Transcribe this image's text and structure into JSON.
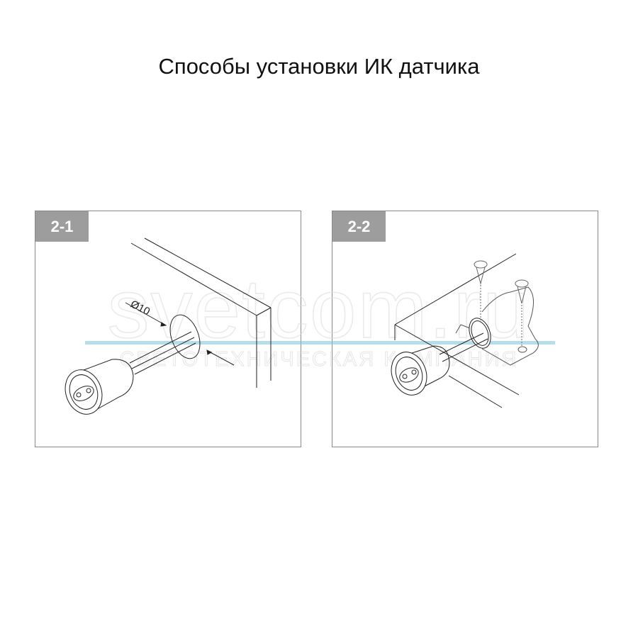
{
  "title": "Способы установки ИК датчика",
  "panels": [
    {
      "label": "2-1",
      "dimension": "Ø10"
    },
    {
      "label": "2-2"
    }
  ],
  "watermark": {
    "main": "svetcom.ru",
    "sub": "СВЕТОТЕХНИЧЕСКАЯ КОМПАНИЯ",
    "line_color": "#7ec3dc"
  }
}
